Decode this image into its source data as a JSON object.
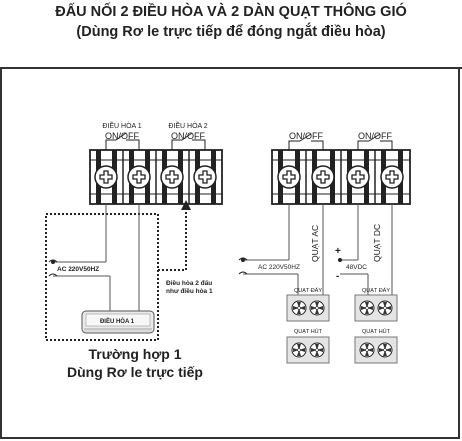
{
  "title": {
    "line1": "ĐẤU NỐI 2 ĐIỀU HÒA VÀ 2 DÀN QUẠT THÔNG GIÓ",
    "line2": "(Dùng Rơ le trực tiếp để đóng ngắt điều hòa)"
  },
  "left_diagram": {
    "label_ac1": "ĐIỀU HÒA 1",
    "label_ac2": "ĐIỀU HÒA 2",
    "onoff": "ON/OFF",
    "power": "AC 220V50HZ",
    "unit_label": "ĐIỀU HÒA 1",
    "note_line1": "Điều hòa 2 đấu",
    "note_line2": "như điều hòa 1"
  },
  "right_diagram": {
    "onoff": "ON/OFF",
    "quat_ac": "QUẠT AC",
    "quat_dc": "QUẠT DC",
    "power_ac": "AC 220V50HZ",
    "power_dc": "48VDC",
    "plus": "+",
    "minus": "-",
    "fan_top": "QUẠT ĐẨY",
    "fan_bottom": "QUẠT HÚT"
  },
  "case": {
    "line1": "Trường hợp 1",
    "line2": "Dùng Rơ le trực tiếp"
  }
}
